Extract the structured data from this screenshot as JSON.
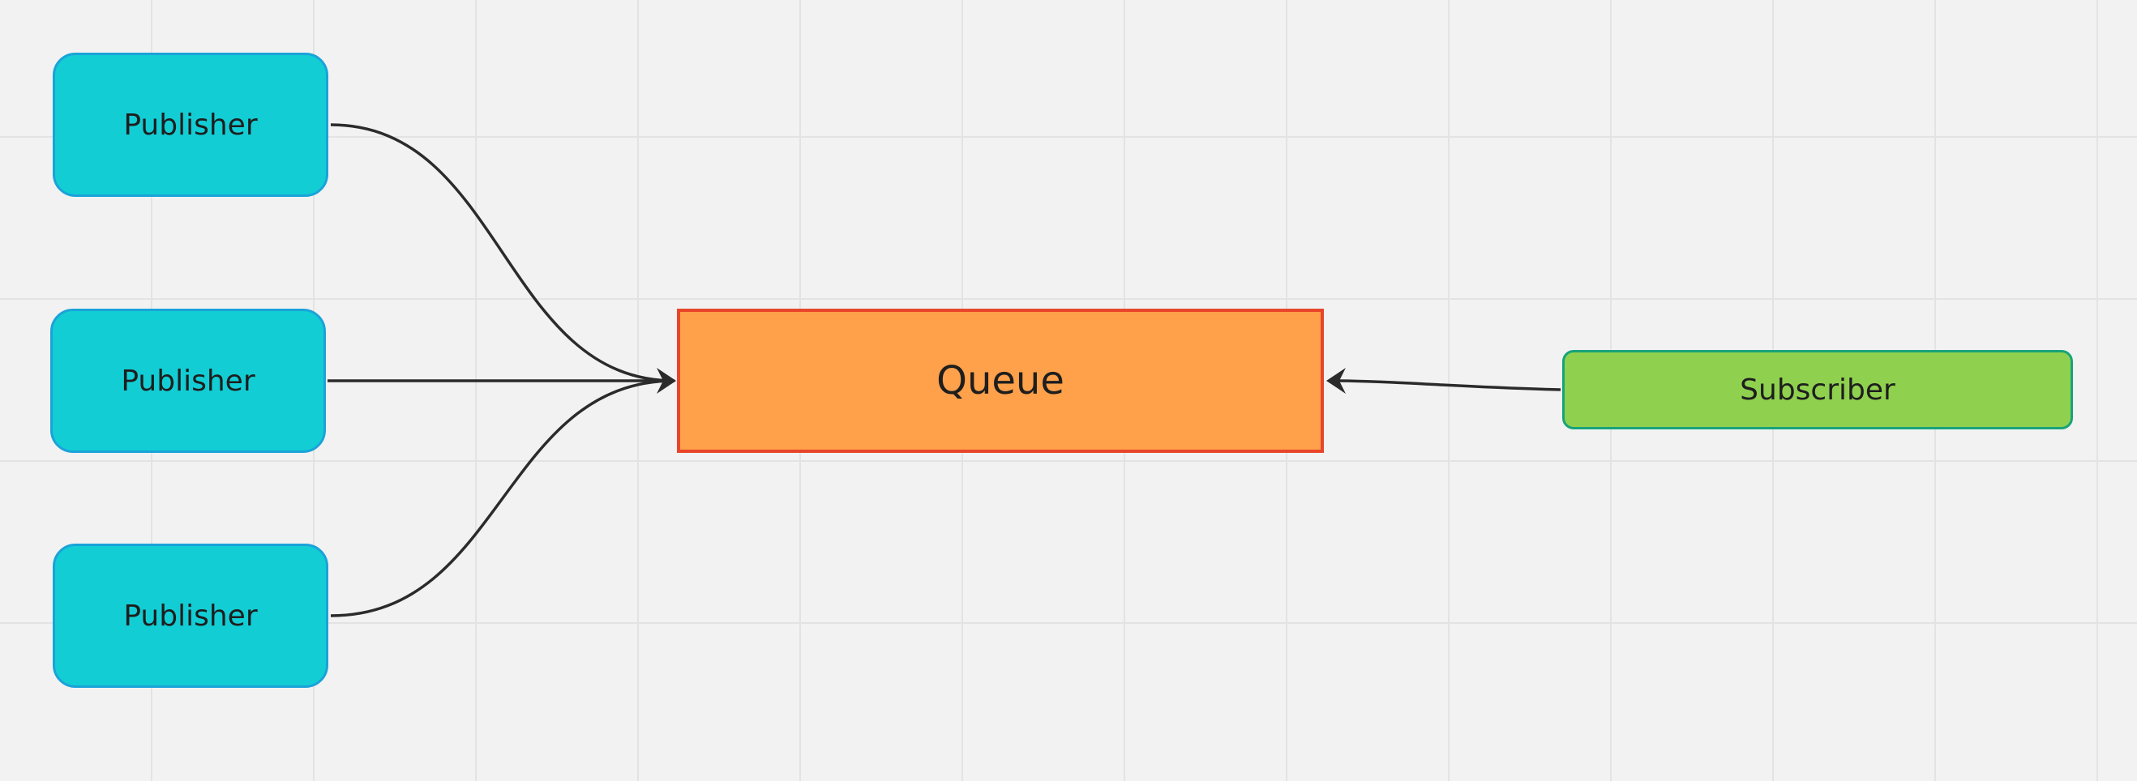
{
  "colors": {
    "background": "#f2f2f2",
    "publisher_fill": "#13cdd4",
    "queue_fill": "#ffa04a",
    "subscriber_fill": "#8fd14f",
    "edge": "#2b2b2b"
  },
  "nodes": {
    "publisher_1": {
      "label": "Publisher"
    },
    "publisher_2": {
      "label": "Publisher"
    },
    "publisher_3": {
      "label": "Publisher"
    },
    "queue": {
      "label": "Queue"
    },
    "subscriber": {
      "label": "Subscriber"
    }
  },
  "edges": [
    {
      "from": "publisher_1",
      "to": "queue"
    },
    {
      "from": "publisher_2",
      "to": "queue"
    },
    {
      "from": "publisher_3",
      "to": "queue"
    },
    {
      "from": "subscriber",
      "to": "queue"
    }
  ]
}
